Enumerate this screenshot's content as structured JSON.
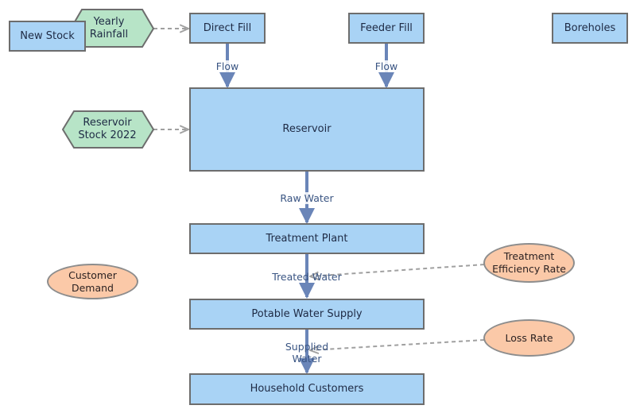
{
  "colors": {
    "stock_fill": "#a9d3f5",
    "stock_border": "#6d6d6d",
    "flow_line": "#6a85b8",
    "link_line": "#a0a0a0",
    "input_fill": "#b7e4c7",
    "aux_fill": "#fbc9a8",
    "label_text": "#3a5583"
  },
  "stocks": {
    "new_stock": "New Stock",
    "direct_fill": "Direct Fill",
    "feeder_fill": "Feeder Fill",
    "boreholes": "Boreholes",
    "reservoir": "Reservoir",
    "treatment_plant": "Treatment Plant",
    "potable_supply": "Potable Water Supply",
    "household": "Household Customers"
  },
  "inputs": {
    "yearly_rainfall": "Yearly Rainfall",
    "reservoir_stock_2022": "Reservoir Stock 2022"
  },
  "auxiliaries": {
    "customer_demand": "Customer Demand",
    "treatment_efficiency": "Treatment Efficiency Rate",
    "loss_rate": "Loss Rate"
  },
  "flows": {
    "direct_flow": "Flow",
    "feeder_flow": "Flow",
    "raw_water": "Raw Water",
    "treated_water": "Treated Water",
    "supplied_water": "Supplied Water"
  }
}
